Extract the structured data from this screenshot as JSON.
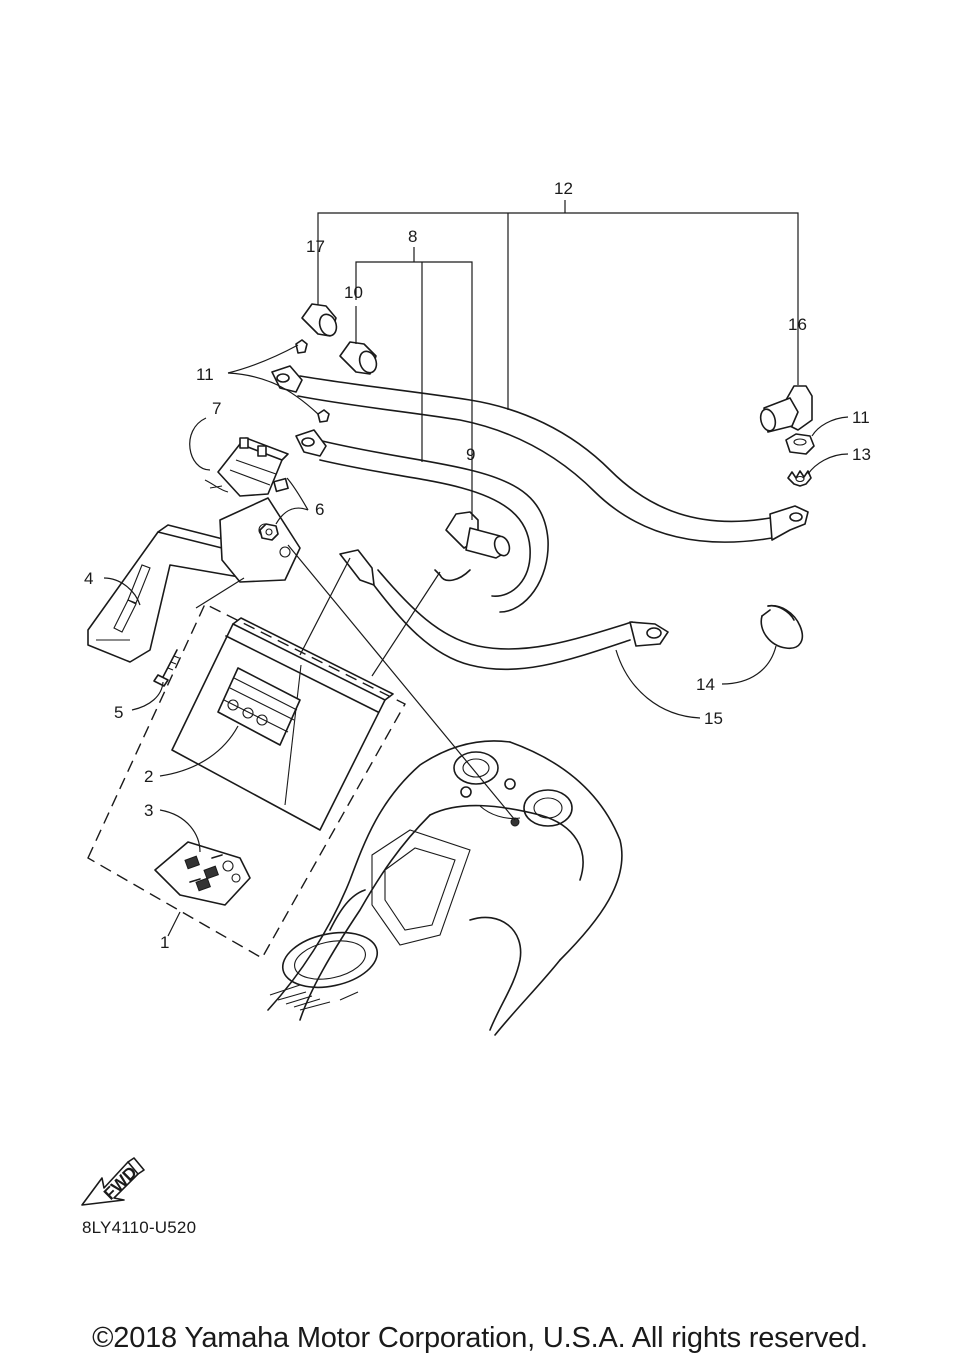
{
  "callouts": [
    {
      "id": "c1",
      "text": "1"
    },
    {
      "id": "c2",
      "text": "2"
    },
    {
      "id": "c3",
      "text": "3"
    },
    {
      "id": "c4",
      "text": "4"
    },
    {
      "id": "c5",
      "text": "5"
    },
    {
      "id": "c6",
      "text": "6"
    },
    {
      "id": "c7",
      "text": "7"
    },
    {
      "id": "c8",
      "text": "8"
    },
    {
      "id": "c9",
      "text": "9"
    },
    {
      "id": "c10",
      "text": "10"
    },
    {
      "id": "c11a",
      "text": "11"
    },
    {
      "id": "c11b",
      "text": "11"
    },
    {
      "id": "c12",
      "text": "12"
    },
    {
      "id": "c13",
      "text": "13"
    },
    {
      "id": "c14",
      "text": "14"
    },
    {
      "id": "c15",
      "text": "15"
    },
    {
      "id": "c16",
      "text": "16"
    },
    {
      "id": "c17",
      "text": "17"
    }
  ],
  "fwd_label": "FWD",
  "diagram_code": "8LY4110-U520",
  "copyright": "©2018 Yamaha Motor Corporation, U.S.A. All rights reserved."
}
